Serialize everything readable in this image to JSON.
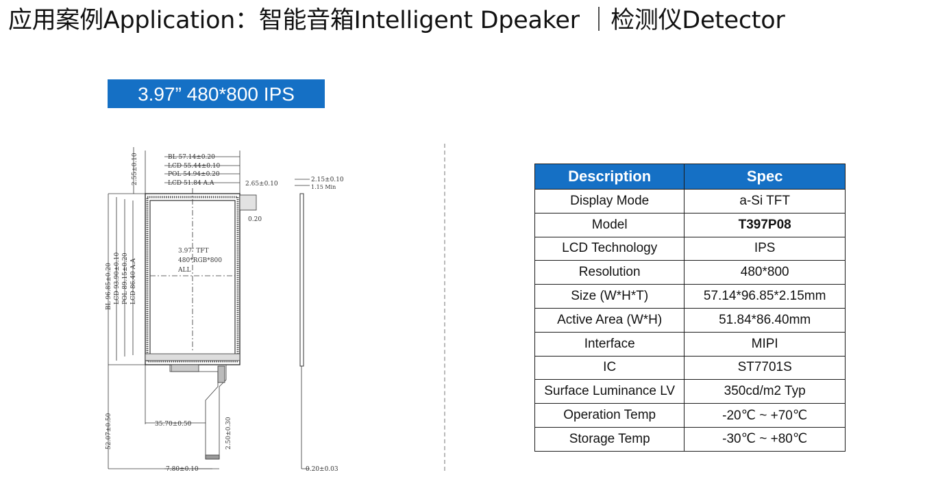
{
  "title": "应用案例Application：智能音箱Intelligent Dpeaker ｜检测仪Detector",
  "badge": "3.97”  480*800 IPS",
  "drawing": {
    "bl_width": "BL 57.14±0.20",
    "lcd_width": "LCD 55.44±0.10",
    "pol_width": "POL 54.94±0.20",
    "lcd_aa_width": "LCD 51.84 A.A",
    "top_gap": "2.55±0.10",
    "right_gap": "2.65±0.10",
    "corner": "0.20",
    "bl_height": "BL 96.85±0.20",
    "lcd_height": "LCD 93.90±0.10",
    "pol_height": "POL 89.15±0.20",
    "lcd_aa_height": "LCD 86.40 A.A",
    "panel_line1": "3.97″ TFT",
    "panel_line2": "480*RGB*800",
    "panel_line3": "ALL",
    "fpc_offset": "35.70±0.50",
    "fpc_length": "52.07±0.50",
    "fpc_tab": "2.50±0.30",
    "fpc_width": "7.80±0.10",
    "thickness": "2.15±0.10",
    "thickness_min": "1.15 Min",
    "pin_thickness": "0.20±0.03"
  },
  "table": {
    "headers": [
      "Description",
      "Spec"
    ],
    "rows": [
      [
        "Display Mode",
        "a-Si TFT"
      ],
      [
        "Model",
        "T397P08"
      ],
      [
        "LCD Technology",
        "IPS"
      ],
      [
        "Resolution",
        "480*800"
      ],
      [
        "Size (W*H*T)",
        "57.14*96.85*2.15mm"
      ],
      [
        "Active Area (W*H)",
        "51.84*86.40mm"
      ],
      [
        "Interface",
        "MIPI"
      ],
      [
        "IC",
        "ST7701S"
      ],
      [
        "Surface Luminance LV",
        "350cd/m2 Typ"
      ],
      [
        "Operation Temp",
        "-20℃ ~ +70℃"
      ],
      [
        "Storage Temp",
        "-30℃ ~ +80℃"
      ]
    ]
  },
  "colors": {
    "accent": "#1570c5",
    "divider": "#b9b9b9"
  }
}
